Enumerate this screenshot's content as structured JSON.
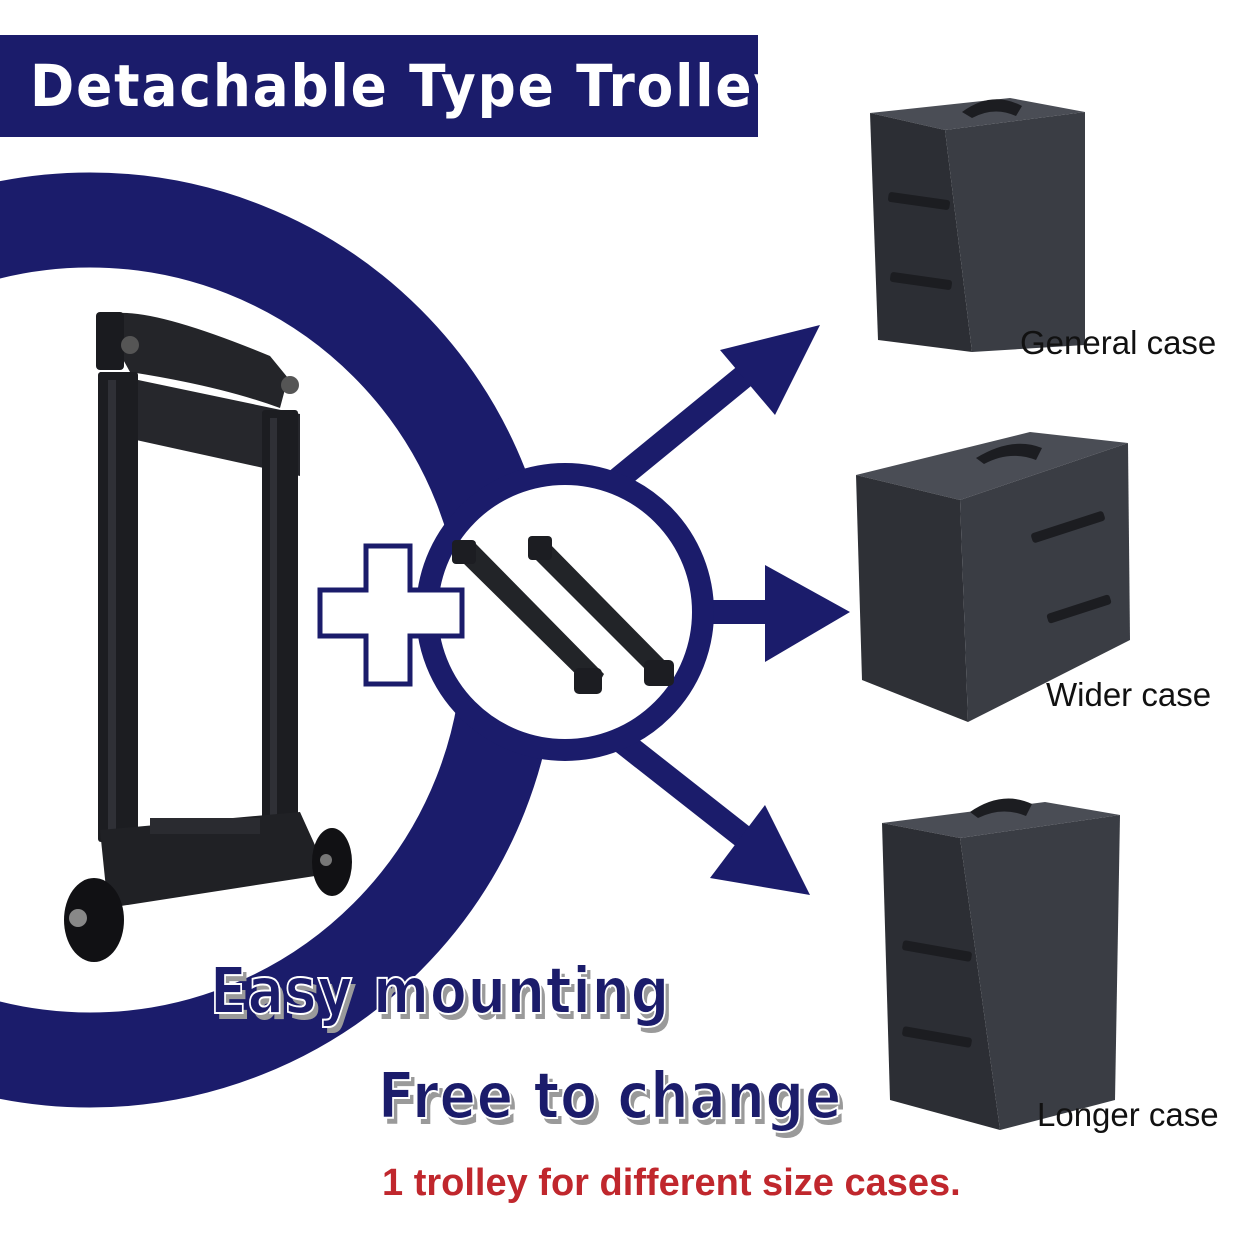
{
  "title": "Detachable Type Trolley",
  "cases": [
    {
      "label": "General case"
    },
    {
      "label": "Wider case"
    },
    {
      "label": "Longer case"
    }
  ],
  "slogans": {
    "line1": "Easy mounting",
    "line2": "Free to change"
  },
  "tagline": "1 trolley for different size cases.",
  "colors": {
    "brand_navy": "#1b1c6b",
    "tagline_red": "#c0272d",
    "case_gray": "#3a3d44"
  }
}
